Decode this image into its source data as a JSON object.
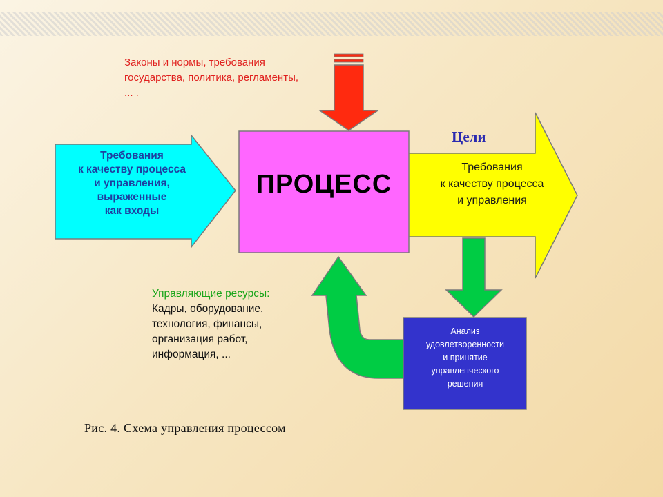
{
  "laws_text": {
    "line1": "Законы и нормы, требования",
    "line2": "государства, политика, регламенты,",
    "line3": "... ."
  },
  "goals_label": "Цели",
  "input_arrow": {
    "line1": "Требования",
    "line2": "к качеству процесса",
    "line3": "и управления,",
    "line4": "выраженные",
    "line5": "как входы"
  },
  "process_label": "ПРОЦЕСС",
  "output_arrow": {
    "line1": "Требования",
    "line2": "к качеству процесса",
    "line3": "и управления"
  },
  "resources": {
    "title": "Управляющие ресурсы:",
    "line1": "Кадры, оборудование,",
    "line2": "технология, финансы,",
    "line3": "организация работ,",
    "line4": "информация, ..."
  },
  "analysis_box": {
    "line1": "Анализ",
    "line2": "удовлетворенности",
    "line3": "и принятие",
    "line4": "управленческого",
    "line5": "решения"
  },
  "caption": "Рис. 4.  Схема управления процессом",
  "colors": {
    "process_box": "#ff66ff",
    "input_arrow": "#00ffff",
    "output_arrow": "#ffff00",
    "top_arrow": "#ff2a0f",
    "feedback_arrows": "#00cc44",
    "analysis_box": "#3333cc",
    "laws_text": "#e0201e",
    "resources_title": "#1aa51a",
    "goals_text": "#2a2ab0"
  }
}
